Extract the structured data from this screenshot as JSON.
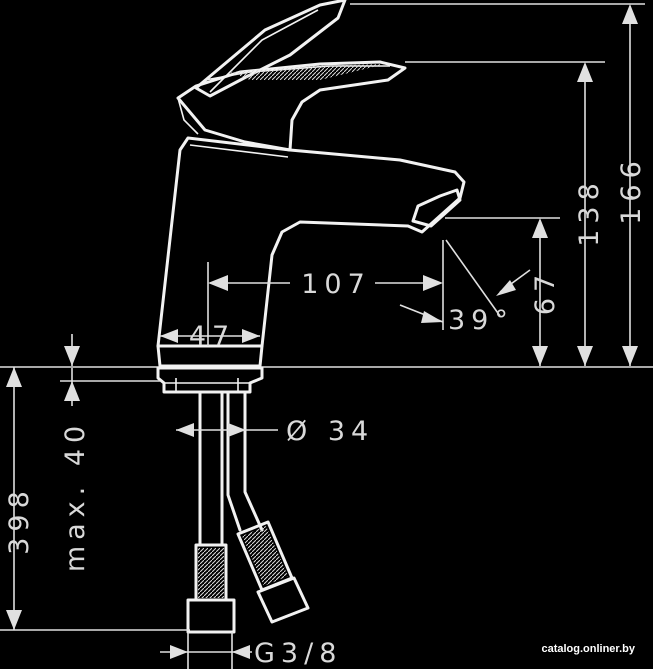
{
  "dimensions": {
    "spout_reach": "107",
    "base_diameter": "47",
    "spout_height": "138",
    "total_height": "166",
    "outlet_height": "67",
    "outlet_angle": "39°",
    "hose_length": "398",
    "max_thickness": "max. 40",
    "shank_diameter": "Ø 34",
    "thread": "G3/8"
  },
  "watermark": "catalog.onliner.by"
}
